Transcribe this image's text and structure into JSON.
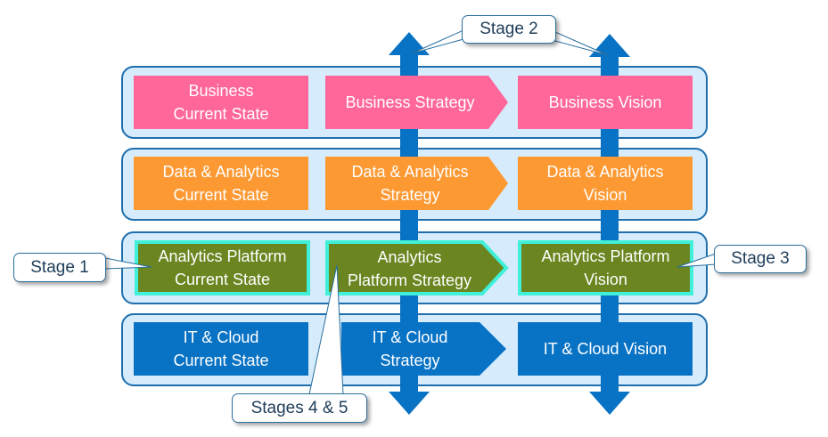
{
  "colors": {
    "business": "#ff6699",
    "data_analytics": "#fd9933",
    "platform": "#6b8520",
    "platform_border": "#40f0d8",
    "it_cloud": "#0872c4",
    "layer_bg": "#d6ebfb",
    "layer_border": "#1f6fae",
    "timeline_arrow": "#0872c4"
  },
  "layers": [
    {
      "name": "business",
      "current": "Business\nCurrent State",
      "strategy": "Business Strategy",
      "vision": "Business Vision"
    },
    {
      "name": "data-analytics",
      "current": "Data & Analytics\nCurrent State",
      "strategy": "Data & Analytics\nStrategy",
      "vision": "Data & Analytics\nVision"
    },
    {
      "name": "analytics-platform",
      "current": "Analytics Platform\nCurrent State",
      "strategy": "Analytics\nPlatform  Strategy",
      "vision": "Analytics Platform\nVision"
    },
    {
      "name": "it-cloud",
      "current": "IT & Cloud\nCurrent State",
      "strategy": "IT & Cloud\nStrategy",
      "vision": "IT & Cloud Vision"
    }
  ],
  "callouts": {
    "stage1": "Stage 1",
    "stage2": "Stage 2",
    "stage3": "Stage 3",
    "stages45": "Stages 4 & 5"
  }
}
